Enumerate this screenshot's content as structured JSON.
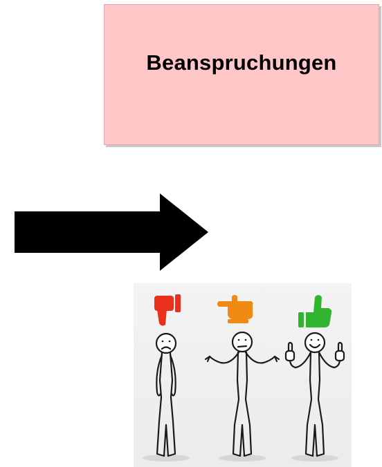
{
  "title": {
    "text": "Beanspruchungen",
    "background": "#ffc7c7"
  },
  "arrow": {
    "icon": "arrow-right-icon",
    "color": "#000000"
  },
  "illustration": {
    "figures": [
      {
        "mood": "unhappy",
        "hand_icon": "thumbs-down-icon",
        "color": "#e8301c"
      },
      {
        "mood": "neutral",
        "hand_icon": "thumb-sideways-icon",
        "color": "#f08a12"
      },
      {
        "mood": "happy",
        "hand_icon": "thumbs-up-icon",
        "color": "#31b52e"
      }
    ]
  }
}
